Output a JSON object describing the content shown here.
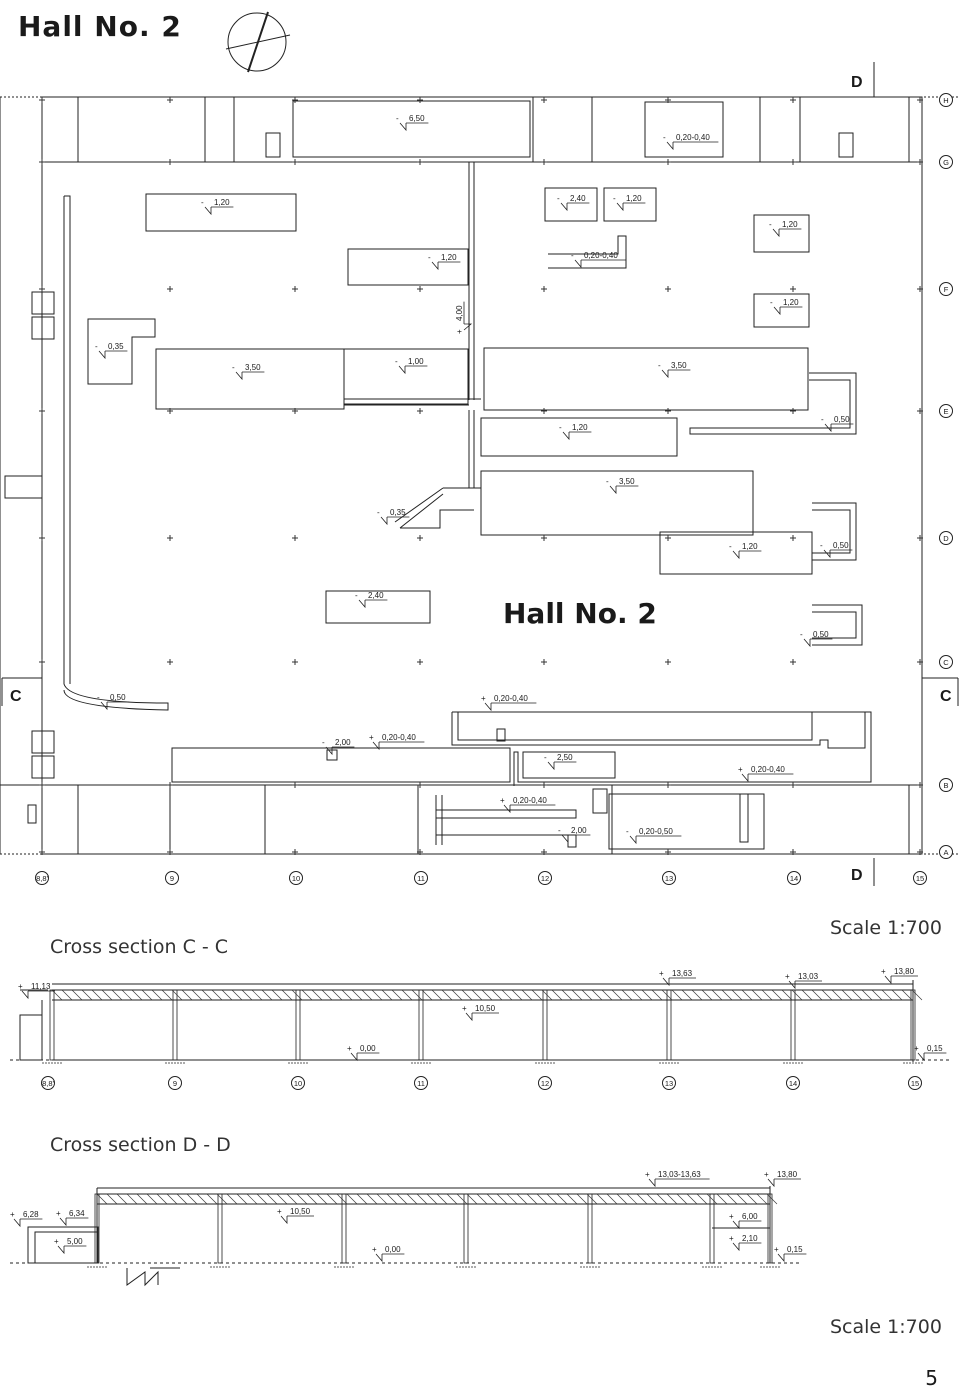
{
  "title": "Hall No. 2",
  "hall_label": "Hall No. 2",
  "section_labels": {
    "c_left": "C",
    "c_right": "C",
    "d_top": "D",
    "d_bottom": "D"
  },
  "row_axes": [
    "H",
    "G",
    "F",
    "E",
    "D",
    "C",
    "B",
    "A"
  ],
  "column_axes": [
    "8,8'",
    "9",
    "10",
    "11",
    "12",
    "13",
    "14",
    "15"
  ],
  "plan_levels": [
    {
      "text": "6,50"
    },
    {
      "text": "0,20-0,40"
    },
    {
      "text": "1,20"
    },
    {
      "text": "2,40"
    },
    {
      "text": "1,20"
    },
    {
      "text": "1,20"
    },
    {
      "text": "1,20"
    },
    {
      "text": "0,20-0,40"
    },
    {
      "text": "4,00"
    },
    {
      "text": "1,20"
    },
    {
      "text": "0,35"
    },
    {
      "text": "3,50"
    },
    {
      "text": "1,00"
    },
    {
      "text": "3,50"
    },
    {
      "text": "1,20"
    },
    {
      "text": "0,50"
    },
    {
      "text": "3,50"
    },
    {
      "text": "0,35"
    },
    {
      "text": "1,20"
    },
    {
      "text": "0,50"
    },
    {
      "text": "2,40"
    },
    {
      "text": "0,50"
    },
    {
      "text": "0,50"
    },
    {
      "text": "0,20-0,40"
    },
    {
      "text": "2,00"
    },
    {
      "text": "0,20-0,40"
    },
    {
      "text": "2,50"
    },
    {
      "text": "0,20-0,40"
    },
    {
      "text": "0,20-0,40"
    },
    {
      "text": "2,00"
    },
    {
      "text": "0,20-0,50"
    }
  ],
  "section_cc": {
    "caption": "Cross section C - C",
    "scale": "Scale 1:700",
    "levels": [
      {
        "text": "11,13"
      },
      {
        "text": "13,63"
      },
      {
        "text": "13,03"
      },
      {
        "text": "13,80"
      },
      {
        "text": "10,50"
      },
      {
        "text": "0,00"
      },
      {
        "text": "0,15"
      }
    ],
    "axes": [
      "8,8'",
      "9",
      "10",
      "11",
      "12",
      "13",
      "14",
      "15"
    ]
  },
  "section_dd": {
    "caption": "Cross section D - D",
    "scale": "Scale 1:700",
    "levels": [
      {
        "text": "13,03-13,63"
      },
      {
        "text": "13,80"
      },
      {
        "text": "6,28"
      },
      {
        "text": "6,34"
      },
      {
        "text": "10,50"
      },
      {
        "text": "5,00"
      },
      {
        "text": "6,00"
      },
      {
        "text": "2,10"
      },
      {
        "text": "0,00"
      },
      {
        "text": "0,15"
      }
    ]
  },
  "page_number": "5"
}
